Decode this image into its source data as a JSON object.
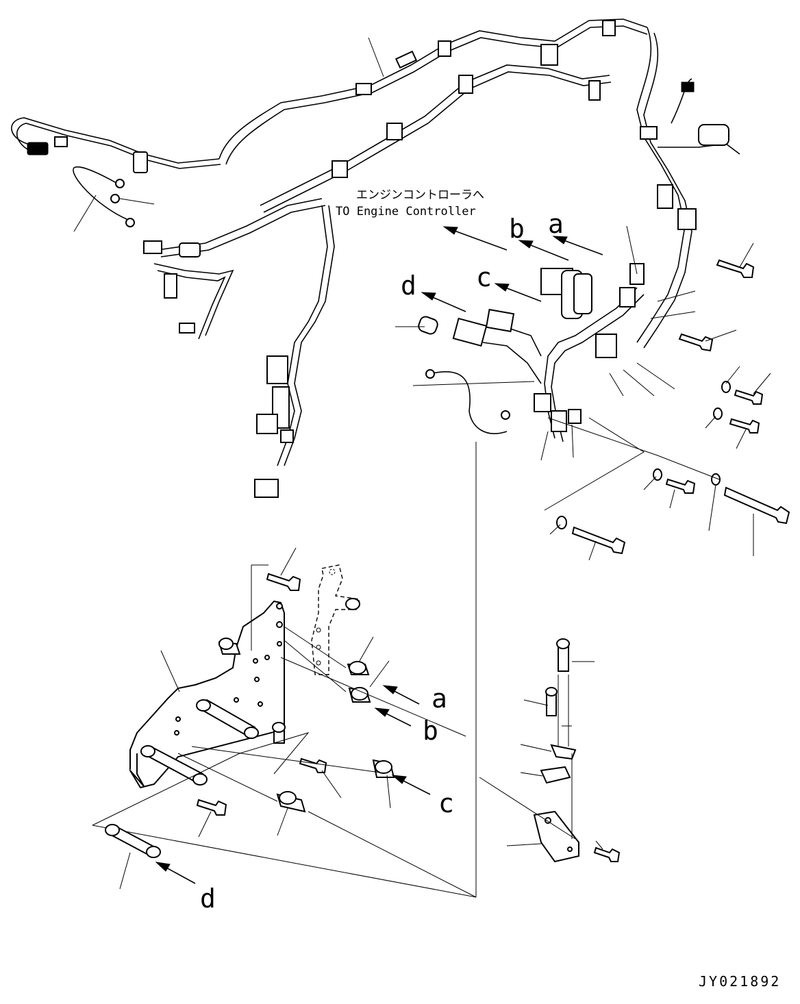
{
  "notes": {
    "japanese": "エンジンコントローラへ",
    "english": "TO Engine Controller"
  },
  "arrow_labels": {
    "a": "a",
    "b": "b",
    "c": "c",
    "d": "d"
  },
  "drawing_code": "JY021892"
}
